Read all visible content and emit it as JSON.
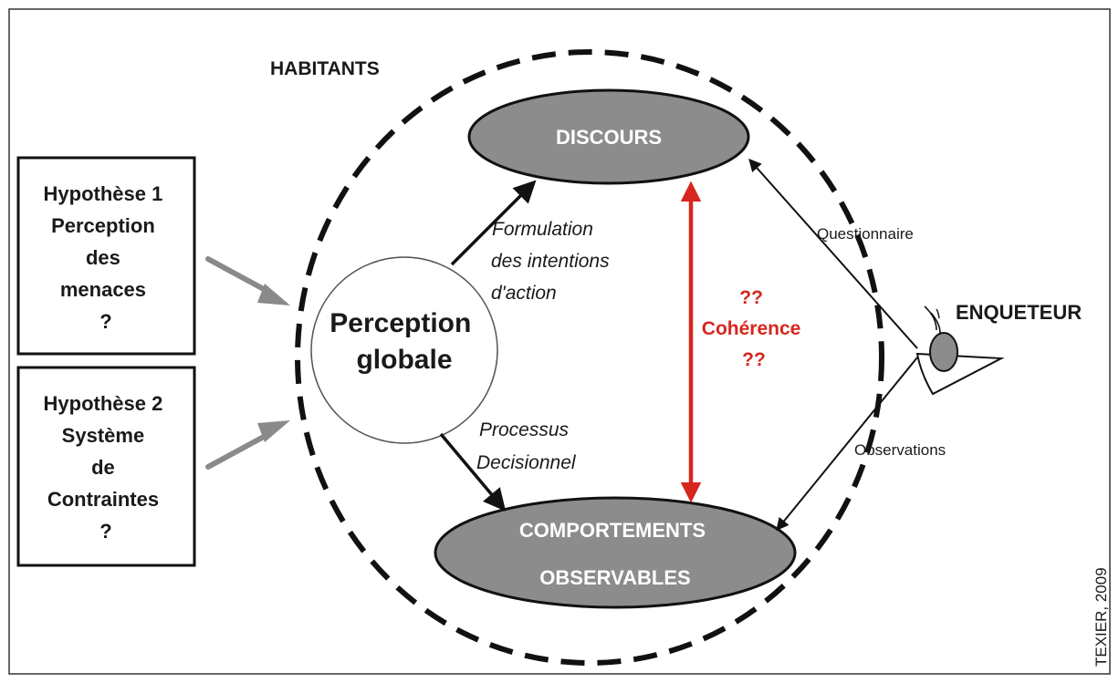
{
  "labels": {
    "habitants": "HABITANTS",
    "enqueteur": "ENQUETEUR",
    "credit": "TEXIER, 2009"
  },
  "hypothesis1": {
    "lines": [
      "Hypothèse 1",
      "Perception",
      "des",
      "menaces",
      "?"
    ]
  },
  "hypothesis2": {
    "lines": [
      "Hypothèse 2",
      "Système",
      "de",
      "Contraintes",
      "?"
    ]
  },
  "perception": {
    "lines": [
      "Perception",
      "globale"
    ]
  },
  "discours": {
    "label": "DISCOURS"
  },
  "comportements": {
    "lines": [
      "COMPORTEMENTS",
      "OBSERVABLES"
    ]
  },
  "formulation": {
    "lines": [
      "Formulation",
      "des intentions",
      "d'action"
    ]
  },
  "processus": {
    "lines": [
      "Processus",
      "Decisionnel"
    ]
  },
  "coherence": {
    "lines": [
      "??",
      "Cohérence",
      "??"
    ]
  },
  "questionnaire": {
    "label": "Questionnaire"
  },
  "observations": {
    "label": "Observations"
  },
  "colors": {
    "node_fill": "#8c8c8c",
    "node_text": "#ffffff",
    "coherence": "#d7261e",
    "hypothesis_arrow": "#8a8a8a",
    "text": "#1a1a1a"
  }
}
